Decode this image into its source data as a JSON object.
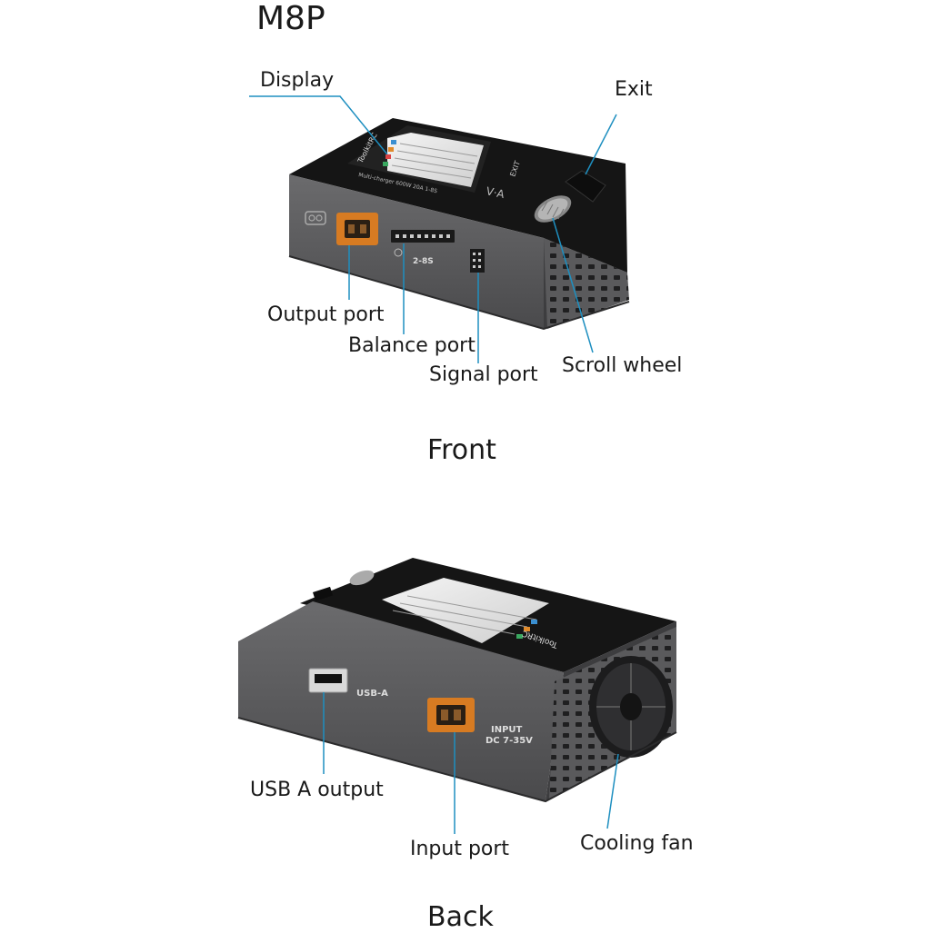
{
  "title": "M8P",
  "front": {
    "caption": "Front",
    "labels": {
      "display": "Display",
      "exit": "Exit",
      "output_port": "Output port",
      "balance_port": "Balance port",
      "signal_port": "Signal port",
      "scroll_wheel": "Scroll wheel"
    },
    "device_text": {
      "brand": "ToolkitRC",
      "model_line": "Multi-charger 600W 20A 1-8S",
      "balance_marking": "2-8S",
      "exit_marking": "EXIT"
    }
  },
  "back": {
    "caption": "Back",
    "labels": {
      "usb_a_output": "USB A output",
      "input_port": "Input port",
      "cooling_fan": "Cooling fan"
    },
    "device_text": {
      "usb_marking": "USB-A",
      "input_marking_1": "INPUT",
      "input_marking_2": "DC 7-35V",
      "brand": "ToolkitRC"
    }
  },
  "colors": {
    "callout_line": "#1e8fc0",
    "body_gray": "#5e5e60",
    "body_dark": "#3d3d3f",
    "top_black": "#151515",
    "connector_orange": "#d77b22"
  }
}
